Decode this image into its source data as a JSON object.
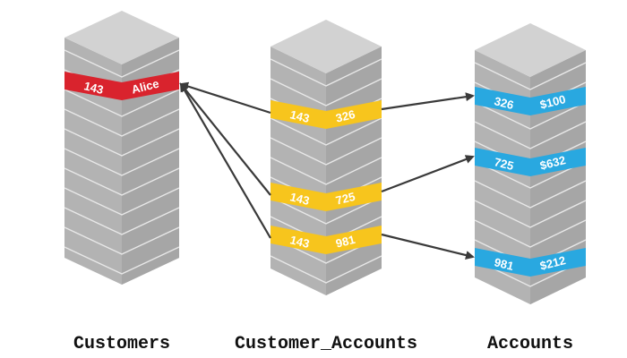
{
  "stacks": [
    {
      "id": "customers",
      "caption": "Customers",
      "highlights": [
        {
          "id": "customer-alice",
          "color": "red",
          "left": "143",
          "right": "Alice"
        }
      ]
    },
    {
      "id": "customer-accounts",
      "caption": "Customer_Accounts",
      "highlights": [
        {
          "id": "link-143-326",
          "color": "yellow",
          "left": "143",
          "right": "326"
        },
        {
          "id": "link-143-725",
          "color": "yellow",
          "left": "143",
          "right": "725"
        },
        {
          "id": "link-143-981",
          "color": "yellow",
          "left": "143",
          "right": "981"
        }
      ]
    },
    {
      "id": "accounts",
      "caption": "Accounts",
      "highlights": [
        {
          "id": "account-326",
          "color": "blue",
          "left": "326",
          "right": "$100"
        },
        {
          "id": "account-725",
          "color": "blue",
          "left": "725",
          "right": "$632"
        },
        {
          "id": "account-981",
          "color": "blue",
          "left": "981",
          "right": "$212"
        }
      ]
    }
  ],
  "arrows": [
    {
      "from": "link-143-326",
      "to": "customer-alice"
    },
    {
      "from": "link-143-725",
      "to": "customer-alice"
    },
    {
      "from": "link-143-981",
      "to": "customer-alice"
    },
    {
      "from": "link-143-326",
      "to": "account-326"
    },
    {
      "from": "link-143-725",
      "to": "account-725"
    },
    {
      "from": "link-143-981",
      "to": "account-981"
    }
  ],
  "colors": {
    "red": "#d9232d",
    "yellow": "#f7c51d",
    "blue": "#29a8e0",
    "stack_face": "#b3b3b3",
    "stack_top": "#d2d2d2",
    "stack_line": "#e8e8e8",
    "arrow": "#3a3a3a"
  }
}
